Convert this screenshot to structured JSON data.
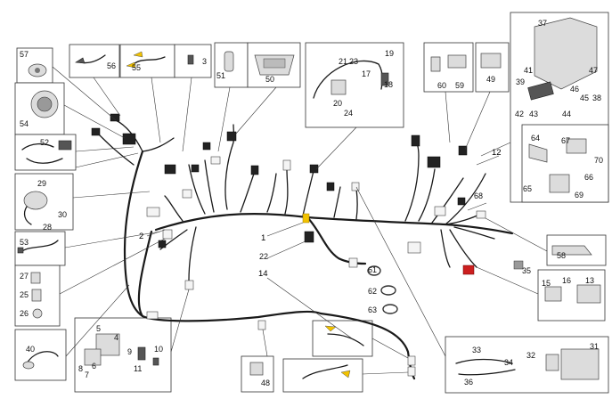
{
  "labels": {
    "l1": "1",
    "l2": "2",
    "l3": "3",
    "l4": "4",
    "l5": "5",
    "l6": "6",
    "l7": "7",
    "l8": "8",
    "l9": "9",
    "l10": "10",
    "l11": "11",
    "l12": "12",
    "l13": "13",
    "l14": "14",
    "l15": "15",
    "l16": "16",
    "l17": "17",
    "l18": "18",
    "l19": "19",
    "l20": "20",
    "l21": "21",
    "l22": "22",
    "l23": "23",
    "l24": "24",
    "l25": "25",
    "l26": "26",
    "l27": "27",
    "l28": "28",
    "l29": "29",
    "l30": "30",
    "l31": "31",
    "l32": "32",
    "l33": "33",
    "l34": "34",
    "l35": "35",
    "l36": "36",
    "l37": "37",
    "l38": "38",
    "l39": "39",
    "l40": "40",
    "l41": "41",
    "l42": "42",
    "l43": "43",
    "l44": "44",
    "l45": "45",
    "l46": "46",
    "l47": "47",
    "l48": "48",
    "l49": "49",
    "l50": "50",
    "l51": "51",
    "l52": "52",
    "l53": "53",
    "l54": "54",
    "l55": "55",
    "l56": "56",
    "l57": "57",
    "l58": "58",
    "l59": "59",
    "l60": "60",
    "l61": "61",
    "l62": "62",
    "l63": "63",
    "l64": "64",
    "l65": "65",
    "l66": "66",
    "l67": "67",
    "l68": "68",
    "l69": "69",
    "l70": "70"
  },
  "colors": {
    "accent_yellow": "#f2c200",
    "accent_red": "#cc1f1f",
    "line": "#333333",
    "wire": "#1a1a1a"
  }
}
